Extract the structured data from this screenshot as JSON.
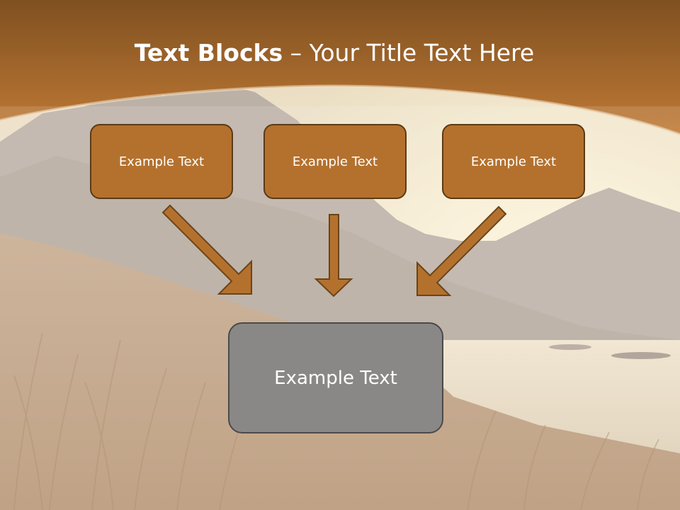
{
  "title": {
    "bold": "Text Blocks",
    "dash": " – ",
    "rest": "Your Title Text Here"
  },
  "blocks": [
    {
      "label": "Example Text"
    },
    {
      "label": "Example Text"
    },
    {
      "label": "Example Text"
    }
  ],
  "target_block": {
    "label": "Example Text"
  },
  "colors": {
    "header": "#a8682a",
    "block_fill": "#b4712e",
    "block_border": "#5b3a14",
    "target_fill": "#8a8886",
    "arrow_fill": "#b4712e",
    "arrow_stroke": "#6b4418"
  }
}
